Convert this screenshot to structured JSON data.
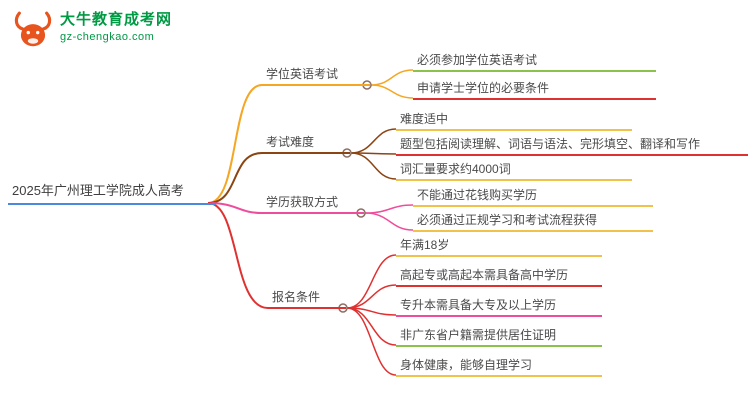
{
  "logo": {
    "title": "大牛教育成考网",
    "subtitle": "gz-chengkao.com"
  },
  "root": {
    "label": "2025年广州理工学院成人高考",
    "underline_color": "#4a89dc"
  },
  "branches": [
    {
      "label": "学位英语考试",
      "color": "#f5a623",
      "children": [
        {
          "text": "必须参加学位英语考试",
          "color": "#8bc34a"
        },
        {
          "text": "申请学士学位的必要条件",
          "color": "#e03131"
        }
      ]
    },
    {
      "label": "考试难度",
      "color": "#8b4513",
      "children": [
        {
          "text": "难度适中",
          "color": "#f0c24b"
        },
        {
          "text": "题型包括阅读理解、词语与语法、完形填空、翻译和写作",
          "color": "#e03131"
        },
        {
          "text": "词汇量要求约4000词",
          "color": "#f0c24b"
        }
      ]
    },
    {
      "label": "学历获取方式",
      "color": "#ee4d9b",
      "children": [
        {
          "text": "不能通过花钱购买学历",
          "color": "#f0c24b"
        },
        {
          "text": "必须通过正规学习和考试流程获得",
          "color": "#f0c24b"
        }
      ]
    },
    {
      "label": "报名条件",
      "color": "#e03131",
      "children": [
        {
          "text": "年满18岁",
          "color": "#f0c24b"
        },
        {
          "text": "高起专或高起本需具备高中学历",
          "color": "#e03131"
        },
        {
          "text": "专升本需具备大专及以上学历",
          "color": "#ee4d9b"
        },
        {
          "text": "非广东省户籍需提供居住证明",
          "color": "#8bc34a"
        },
        {
          "text": "身体健康，能够自理学习",
          "color": "#f0c24b"
        }
      ]
    }
  ],
  "colors": {
    "logo_green": "#009944",
    "bull_icon": "#e8541e",
    "node_circle_stroke": "#8d6e63"
  }
}
